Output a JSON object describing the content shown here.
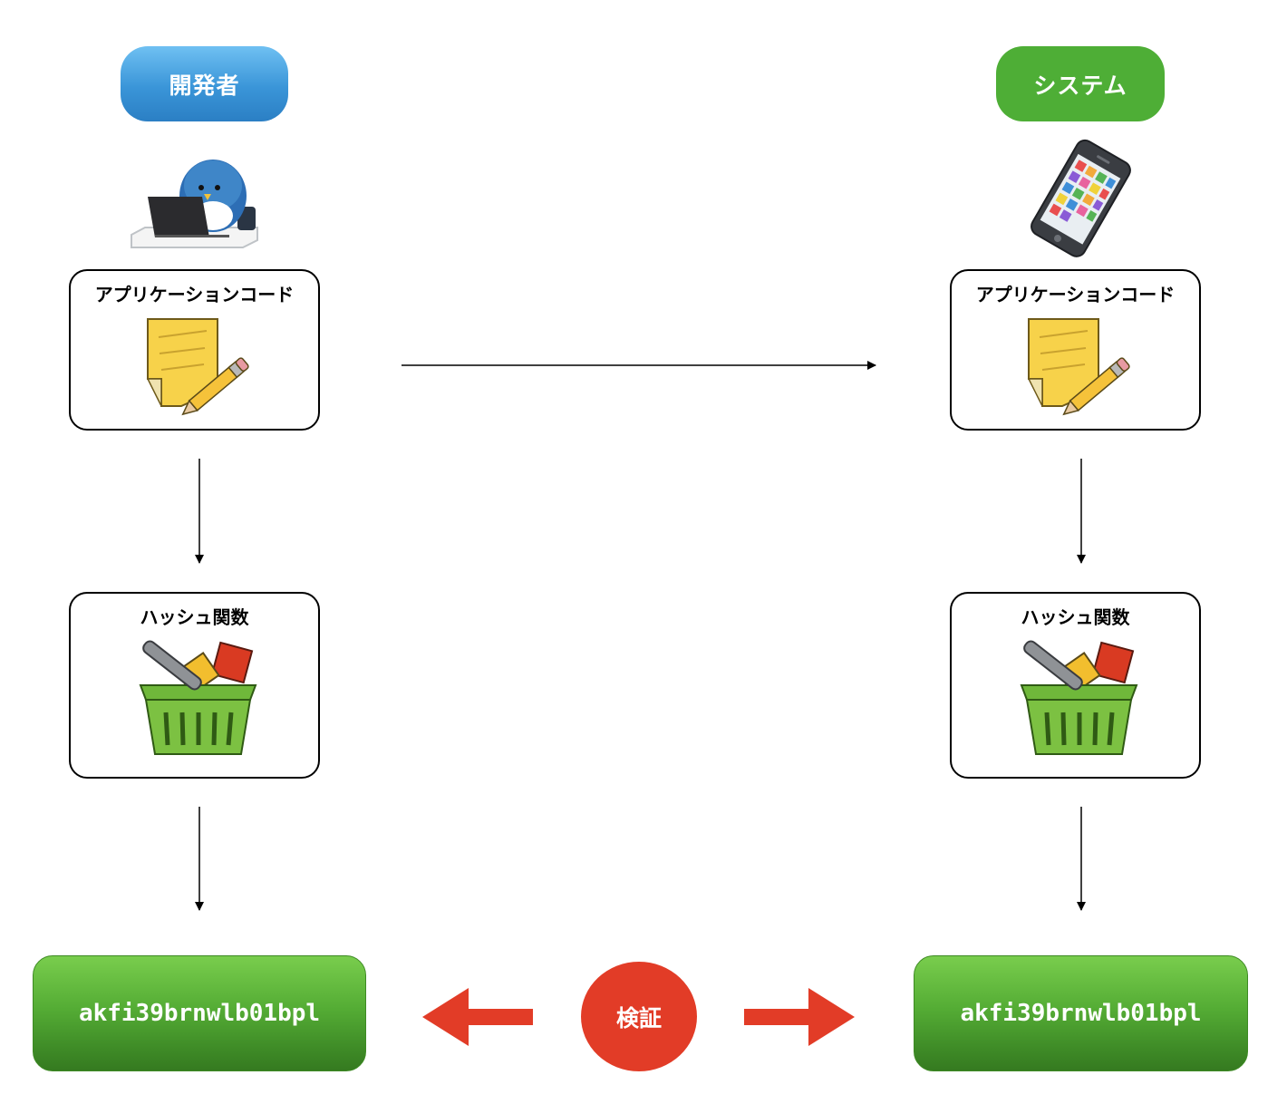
{
  "developer": {
    "label": "開発者",
    "code_box_title": "アプリケーションコード",
    "hash_box_title": "ハッシュ関数",
    "hash_value": "akfi39brnwlb01bpl"
  },
  "system": {
    "label": "システム",
    "code_box_title": "アプリケーションコード",
    "hash_box_title": "ハッシュ関数",
    "hash_value": "akfi39brnwlb01bpl"
  },
  "verify_label": "検証",
  "colors": {
    "developer_pill": "#3a95d8",
    "system_pill": "#4eae36",
    "hash_box": "#4c9e30",
    "verify": "#e23c27"
  },
  "icons": {
    "developer": "penguin-at-laptop-icon",
    "system": "smartphone-icon",
    "code": "document-with-pencil-icon",
    "hash": "basket-icon"
  }
}
